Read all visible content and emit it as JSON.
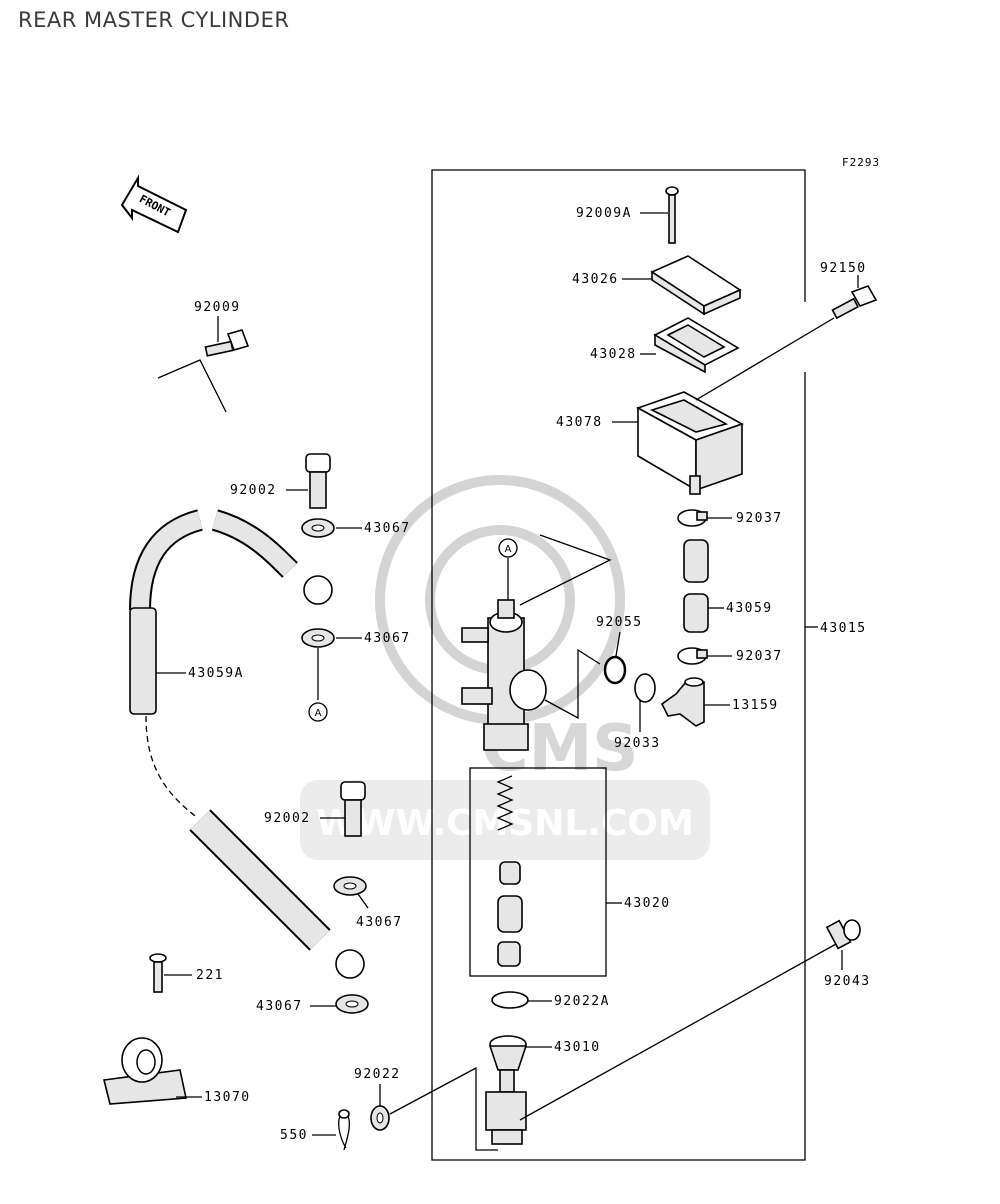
{
  "title": "REAR MASTER CYLINDER",
  "figure_code": "F2293",
  "front_arrow_label": "FRONT",
  "ref_marker": "A",
  "watermark": {
    "brand": "CMS",
    "url": "WWW.CMSNL.COM"
  },
  "parts": [
    {
      "label": "92009A"
    },
    {
      "label": "43026"
    },
    {
      "label": "92150"
    },
    {
      "label": "43028"
    },
    {
      "label": "43078"
    },
    {
      "label": "92009"
    },
    {
      "label": "92002"
    },
    {
      "label": "43067"
    },
    {
      "label": "92037"
    },
    {
      "label": "43067"
    },
    {
      "label": "43059A"
    },
    {
      "label": "92055"
    },
    {
      "label": "43059"
    },
    {
      "label": "43015"
    },
    {
      "label": "92037"
    },
    {
      "label": "13159"
    },
    {
      "label": "92033"
    },
    {
      "label": "92002"
    },
    {
      "label": "43067"
    },
    {
      "label": "43020"
    },
    {
      "label": "221"
    },
    {
      "label": "92043"
    },
    {
      "label": "43067"
    },
    {
      "label": "92022A"
    },
    {
      "label": "43010"
    },
    {
      "label": "92022"
    },
    {
      "label": "13070"
    },
    {
      "label": "550"
    }
  ]
}
